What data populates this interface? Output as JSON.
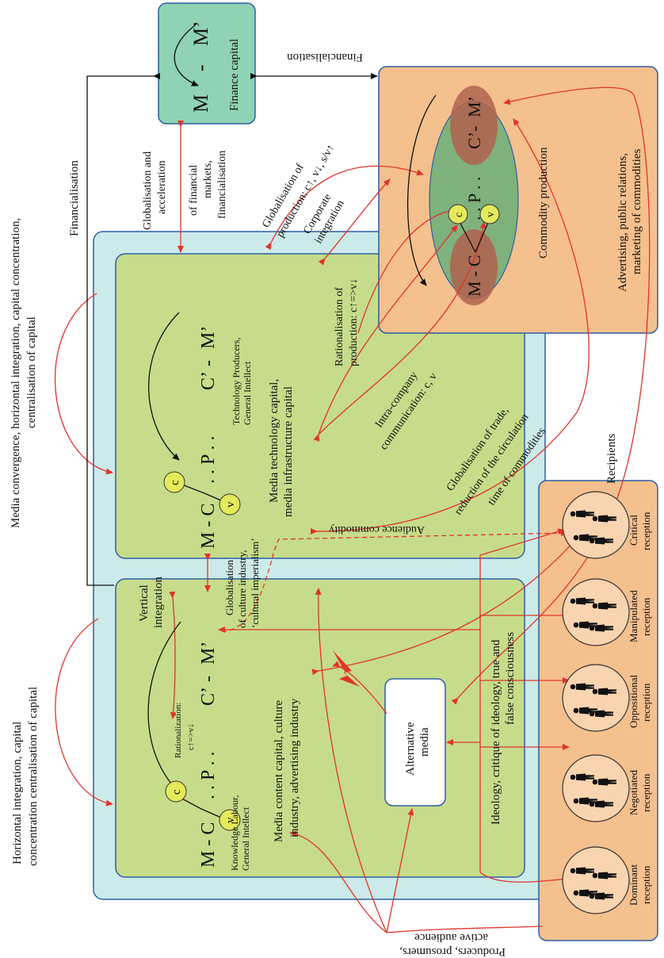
{
  "finance": {
    "formula_m": "M",
    "formula_dash": "-",
    "formula_m2": "M’",
    "label": "Finance capital"
  },
  "commodity": {
    "label": "Commodity production",
    "formula_m": "M - C",
    "formula_p": ". . P . .",
    "formula_c2": "C’",
    "formula_dash": "-",
    "formula_m2": "M’",
    "c": "c",
    "v": "v"
  },
  "technology": {
    "formula_mc": "M - C",
    "formula_p": ". . P . .",
    "formula_c2": "C’",
    "formula_dash": "-",
    "formula_m2": "M’",
    "c": "c",
    "v": "v",
    "producers_1": "Technology Producers,",
    "producers_2": "General Intellect",
    "label_1": "Media technology capital,",
    "label_2": "media infrastructure capital"
  },
  "content": {
    "formula_mc": "M - C",
    "formula_p": ". . P . .",
    "formula_c2": "C’",
    "formula_dash": "-",
    "formula_m2": "M’",
    "c": "c",
    "v": "v",
    "rationalization_1": "Rationalization:",
    "rationalization_2": "c↑=>v↓",
    "labour_1": "Knowledge Labour,",
    "labour_2": "General Intellect",
    "label_1": "Media content capital, culture",
    "label_2": "industry, advertising industry"
  },
  "alternative_media": {
    "line_1": "Alternative",
    "line_2": "media"
  },
  "recipients": {
    "title": "Recipients",
    "items": [
      {
        "line_1": "Dominant",
        "line_2": "reception"
      },
      {
        "line_1": "Negotiated",
        "line_2": "reception"
      },
      {
        "line_1": "Oppositional",
        "line_2": "reception"
      },
      {
        "line_1": "Manipulated",
        "line_2": "reception"
      },
      {
        "line_1": "Critical",
        "line_2": "reception"
      }
    ]
  },
  "labels": {
    "media_convergence": [
      "Media convergence, horizontal integration, capital concentration,",
      "centralisation of capital"
    ],
    "horizontal_integration": [
      "Horizontal integration, capital",
      "concentration centralisation of capital"
    ],
    "financialisation_left": "Financialisation",
    "financialisation_top": "Financialisation",
    "globalisation_financial": [
      "Globalisation and",
      "acceleration",
      "of financial",
      "markets,",
      "financialisation"
    ],
    "globalisation_production": [
      "Globalisation of",
      "production: c↑, v↓, s/v↑"
    ],
    "corporate_integration": [
      "Corporate",
      "integration"
    ],
    "rationalisation_production": [
      "Rationalisation of",
      "production: c↑=>v↓"
    ],
    "intra_company": [
      "Intra-company",
      "communication: c, v"
    ],
    "globalisation_trade": [
      "Globalisation of trade,",
      "reduction of the circulation",
      "time of commodities"
    ],
    "advertising": [
      "Advertising, public relations,",
      "marketing of commodities"
    ],
    "audience_commodity": "Audience commodity",
    "vertical_integration": [
      "Vertical",
      "integration"
    ],
    "globalisation_culture": [
      "Globalisation",
      "of culture industry,",
      "‘cultural imperialism’"
    ],
    "ideology": [
      "Ideology, critique of ideology, true and",
      "false consciousness"
    ],
    "producers": [
      "Producers, prosumers,",
      "active audience"
    ]
  }
}
